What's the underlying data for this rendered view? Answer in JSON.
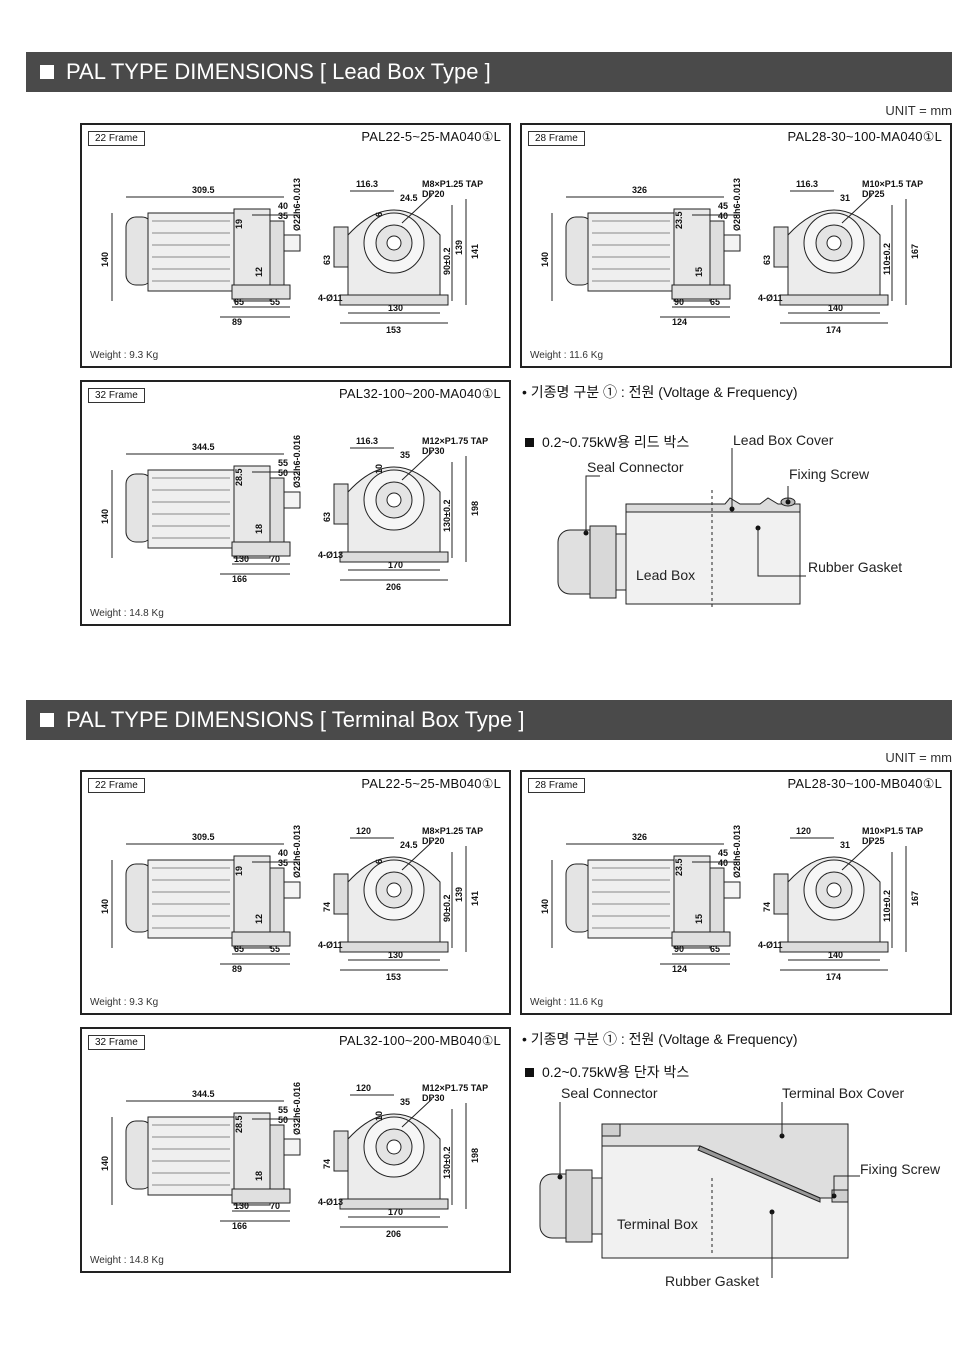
{
  "lead_section": {
    "title": "PAL TYPE DIMENSIONS [ Lead Box Type ]",
    "unit": "UNIT = mm",
    "panels": {
      "p22": {
        "frame": "22 Frame",
        "model": "PAL22-5~25-MA040①L",
        "weight": "Weight : 9.3 Kg",
        "dims": {
          "len": "309.5",
          "a": "40",
          "b": "35",
          "shaft": "Ø22h6-0.013",
          "c": "19",
          "h": "140",
          "d": "12",
          "e": "65",
          "f": "55",
          "g": "89",
          "r": "116.3",
          "tap": "M8×P1.25 TAP",
          "dp": "DP20",
          "s": "24.5",
          "t": "6",
          "u": "63",
          "v": "90±0.2",
          "w": "139",
          "x": "141",
          "hole": "4-Ø11",
          "y": "130",
          "z": "153"
        }
      },
      "p28": {
        "frame": "28 Frame",
        "model": "PAL28-30~100-MA040①L",
        "weight": "Weight : 11.6 Kg",
        "dims": {
          "len": "326",
          "a": "45",
          "b": "40",
          "shaft": "Ø28h6-0.013",
          "c": "23.5",
          "h": "140",
          "d": "15",
          "e": "90",
          "f": "65",
          "g": "124",
          "r": "116.3",
          "tap": "M10×P1.5 TAP",
          "dp": "DP25",
          "s": "31",
          "u": "63",
          "v": "110±0.2",
          "x": "167",
          "hole": "4-Ø11",
          "y": "140",
          "z": "174"
        }
      },
      "p32": {
        "frame": "32 Frame",
        "model": "PAL32-100~200-MA040①L",
        "weight": "Weight : 14.8 Kg",
        "dims": {
          "len": "344.5",
          "a": "55",
          "b": "50",
          "shaft": "Ø32h6-0.016",
          "c": "28.5",
          "h": "140",
          "d": "18",
          "e": "130",
          "f": "70",
          "g": "166",
          "r": "116.3",
          "tap": "M12×P1.75 TAP",
          "dp": "DP30",
          "s": "35",
          "t": "10",
          "u": "63",
          "v": "130±0.2",
          "x": "198",
          "hole": "4-Ø13",
          "y": "170",
          "z": "206"
        }
      }
    },
    "note": "• 기종명 구분 ① : 전원 (Voltage & Frequency)",
    "box_title": "0.2~0.75kW용 리드 박스",
    "box_labels": {
      "cover": "Lead Box Cover",
      "seal": "Seal Connector",
      "screw": "Fixing Screw",
      "box": "Lead Box",
      "gasket": "Rubber Gasket"
    }
  },
  "terminal_section": {
    "title": "PAL TYPE DIMENSIONS [ Terminal Box Type ]",
    "unit": "UNIT = mm",
    "panels": {
      "p22": {
        "frame": "22 Frame",
        "model": "PAL22-5~25-MB040①L",
        "weight": "Weight : 9.3 Kg",
        "dims": {
          "len": "309.5",
          "a": "40",
          "b": "35",
          "shaft": "Ø22h6-0.013",
          "c": "19",
          "h": "140",
          "d": "12",
          "e": "65",
          "f": "55",
          "g": "89",
          "r": "120",
          "tap": "M8×P1.25 TAP",
          "dp": "DP20",
          "s": "24.5",
          "t": "6",
          "u": "74",
          "v": "90±0.2",
          "w": "139",
          "x": "141",
          "hole": "4-Ø11",
          "y": "130",
          "z": "153"
        }
      },
      "p28": {
        "frame": "28 Frame",
        "model": "PAL28-30~100-MB040①L",
        "weight": "Weight : 11.6 Kg",
        "dims": {
          "len": "326",
          "a": "45",
          "b": "40",
          "shaft": "Ø28h6-0.013",
          "c": "23.5",
          "h": "140",
          "d": "15",
          "e": "90",
          "f": "65",
          "g": "124",
          "r": "120",
          "tap": "M10×P1.5 TAP",
          "dp": "DP25",
          "s": "31",
          "u": "74",
          "v": "110±0.2",
          "x": "167",
          "hole": "4-Ø11",
          "y": "140",
          "z": "174"
        }
      },
      "p32": {
        "frame": "32 Frame",
        "model": "PAL32-100~200-MB040①L",
        "weight": "Weight : 14.8 Kg",
        "dims": {
          "len": "344.5",
          "a": "55",
          "b": "50",
          "shaft": "Ø32h6-0.016",
          "c": "28.5",
          "h": "140",
          "d": "18",
          "e": "130",
          "f": "70",
          "g": "166",
          "r": "120",
          "tap": "M12×P1.75 TAP",
          "dp": "DP30",
          "s": "35",
          "t": "10",
          "u": "74",
          "v": "130±0.2",
          "x": "198",
          "hole": "4-Ø13",
          "y": "170",
          "z": "206"
        }
      }
    },
    "note": "• 기종명 구분 ① : 전원 (Voltage & Frequency)",
    "box_title": "0.2~0.75kW용 단자 박스",
    "box_labels": {
      "seal": "Seal Connector",
      "cover": "Terminal Box Cover",
      "screw": "Fixing Screw",
      "box": "Terminal Box",
      "gasket": "Rubber Gasket"
    }
  }
}
